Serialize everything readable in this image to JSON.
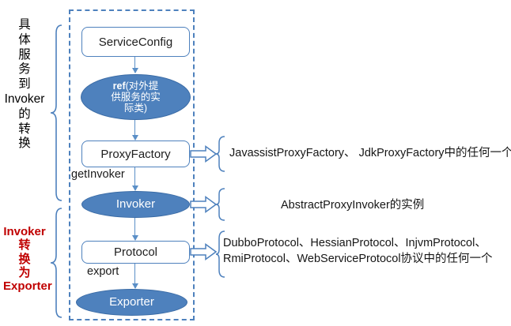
{
  "diagram": {
    "title": "Dubbo service export flow",
    "colors": {
      "node_blue": "#4E81BD",
      "border_blue": "#4E81BD",
      "red_label": "#C00000",
      "text_black": "#161616"
    }
  },
  "left_labels": {
    "concrete_service": {
      "full_text": "具体服务到Invoker的转换",
      "lines": [
        "具",
        "体",
        "服",
        "务",
        "到",
        "Invoker",
        "的",
        "转",
        "换"
      ]
    },
    "invoker_exporter": {
      "full_text": "Invoker转换为Exporter",
      "lines": [
        "Invoker",
        "转",
        "换",
        "为",
        "Exporter"
      ]
    }
  },
  "nodes": {
    "service_config": {
      "label": "ServiceConfig",
      "shape": "rounded-rect"
    },
    "ref": {
      "label": "ref(对外提供服务的实际类)",
      "shape": "ellipse",
      "line1_bold": "ref",
      "line1_rest": "(对外提",
      "line2": "供服务的实",
      "line3": "际类)"
    },
    "proxy_factory": {
      "label": "ProxyFactory",
      "shape": "rounded-rect"
    },
    "invoker": {
      "label": "Invoker",
      "shape": "ellipse"
    },
    "protocol": {
      "label": "Protocol",
      "shape": "rounded-rect"
    },
    "exporter": {
      "label": "Exporter",
      "shape": "ellipse"
    }
  },
  "edge_labels": {
    "get_invoker": "getInvoker",
    "export": "export"
  },
  "annotations": {
    "proxy_factory": {
      "line1": "JavassistProxyFactory、 JdkProxyFactory中的任何一个"
    },
    "invoker": {
      "line1": "AbstractProxyInvoker的实例"
    },
    "protocol": {
      "line1": "DubboProtocol、HessianProtocol、InjvmProtocol、",
      "line2": "RmiProtocol、WebServiceProtocol协议中的任何一个"
    }
  }
}
